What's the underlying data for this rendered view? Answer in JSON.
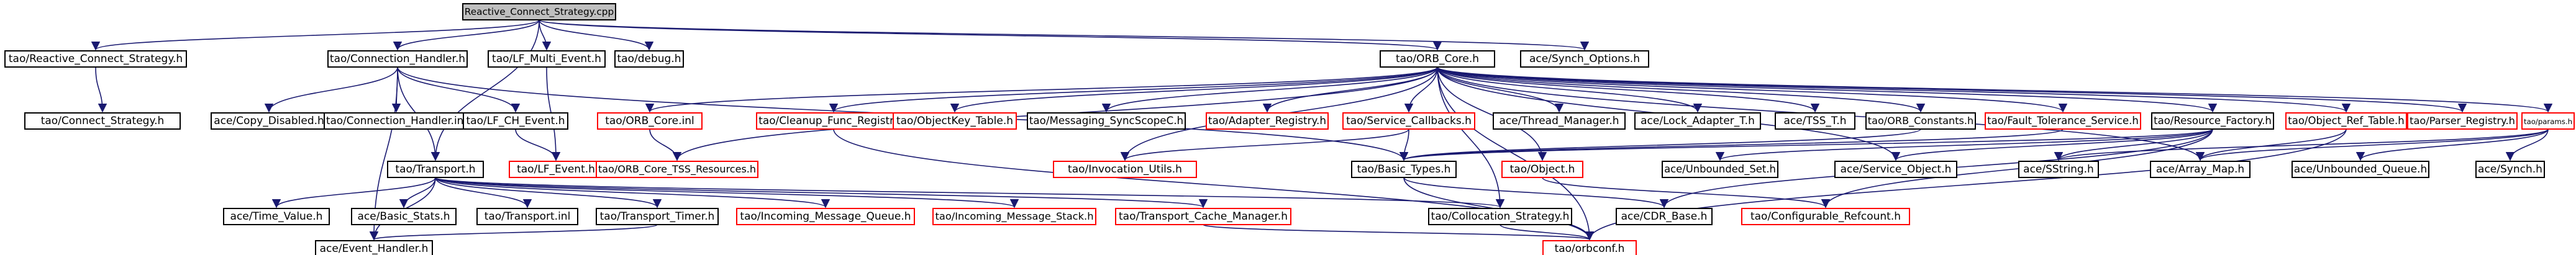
{
  "colors": {
    "edge": "#191970",
    "node_border_black": "#000000",
    "node_border_red": "#ff0000",
    "root_fill": "#bfbfbf",
    "node_fill": "#ffffff"
  },
  "nodes": [
    {
      "id": "root",
      "label": "Reactive_Connect_Strategy.cpp",
      "style": "root"
    },
    {
      "id": "rcs_h",
      "label": "tao/Reactive_Connect_Strategy.h",
      "style": "black"
    },
    {
      "id": "ch_h",
      "label": "tao/Connection_Handler.h",
      "style": "black"
    },
    {
      "id": "lfme_h",
      "label": "tao/LF_Multi_Event.h",
      "style": "black"
    },
    {
      "id": "debug_h",
      "label": "tao/debug.h",
      "style": "black"
    },
    {
      "id": "orbcore_h",
      "label": "tao/ORB_Core.h",
      "style": "black"
    },
    {
      "id": "synch_opt",
      "label": "ace/Synch_Options.h",
      "style": "black"
    },
    {
      "id": "cs_h",
      "label": "tao/Connect_Strategy.h",
      "style": "black"
    },
    {
      "id": "copy_dis",
      "label": "ace/Copy_Disabled.h",
      "style": "black"
    },
    {
      "id": "ch_inl",
      "label": "tao/Connection_Handler.inl",
      "style": "black"
    },
    {
      "id": "lfche_h",
      "label": "tao/LF_CH_Event.h",
      "style": "black"
    },
    {
      "id": "orbcore_inl",
      "label": "tao/ORB_Core.inl",
      "style": "red"
    },
    {
      "id": "cleanup",
      "label": "tao/Cleanup_Func_Registry.h",
      "style": "red"
    },
    {
      "id": "objkey",
      "label": "tao/ObjectKey_Table.h",
      "style": "red"
    },
    {
      "id": "msgsync",
      "label": "tao/Messaging_SyncScopeC.h",
      "style": "black"
    },
    {
      "id": "adapreg",
      "label": "tao/Adapter_Registry.h",
      "style": "red"
    },
    {
      "id": "svccb",
      "label": "tao/Service_Callbacks.h",
      "style": "red"
    },
    {
      "id": "thrmgr",
      "label": "ace/Thread_Manager.h",
      "style": "black"
    },
    {
      "id": "lockad",
      "label": "ace/Lock_Adapter_T.h",
      "style": "black"
    },
    {
      "id": "tss",
      "label": "ace/TSS_T.h",
      "style": "black"
    },
    {
      "id": "orbconst",
      "label": "tao/ORB_Constants.h",
      "style": "black"
    },
    {
      "id": "ftsvc",
      "label": "tao/Fault_Tolerance_Service.h",
      "style": "red"
    },
    {
      "id": "resfac",
      "label": "tao/Resource_Factory.h",
      "style": "black"
    },
    {
      "id": "objref",
      "label": "tao/Object_Ref_Table.h",
      "style": "red"
    },
    {
      "id": "parser",
      "label": "tao/Parser_Registry.h",
      "style": "red"
    },
    {
      "id": "params",
      "label": "tao/params.h",
      "style": "red"
    },
    {
      "id": "lfevent",
      "label": "tao/LF_Event.h",
      "style": "red"
    },
    {
      "id": "orbtss",
      "label": "tao/ORB_Core_TSS_Resources.h",
      "style": "red"
    },
    {
      "id": "invutil",
      "label": "tao/Invocation_Utils.h",
      "style": "red"
    },
    {
      "id": "basictypes",
      "label": "tao/Basic_Types.h",
      "style": "black"
    },
    {
      "id": "object_h",
      "label": "tao/Object.h",
      "style": "red"
    },
    {
      "id": "unbset",
      "label": "ace/Unbounded_Set.h",
      "style": "black"
    },
    {
      "id": "svcobj",
      "label": "ace/Service_Object.h",
      "style": "black"
    },
    {
      "id": "sstring",
      "label": "ace/SString.h",
      "style": "black"
    },
    {
      "id": "arrmap",
      "label": "ace/Array_Map.h",
      "style": "black"
    },
    {
      "id": "unbq",
      "label": "ace/Unbounded_Queue.h",
      "style": "black"
    },
    {
      "id": "synch",
      "label": "ace/Synch.h",
      "style": "black"
    },
    {
      "id": "transport",
      "label": "tao/Transport.h",
      "style": "black"
    },
    {
      "id": "timevalue",
      "label": "ace/Time_Value.h",
      "style": "black"
    },
    {
      "id": "basicstats",
      "label": "ace/Basic_Stats.h",
      "style": "black"
    },
    {
      "id": "transinl",
      "label": "tao/Transport.inl",
      "style": "black"
    },
    {
      "id": "transtimer",
      "label": "tao/Transport_Timer.h",
      "style": "black"
    },
    {
      "id": "incmq",
      "label": "tao/Incoming_Message_Queue.h",
      "style": "red"
    },
    {
      "id": "incms",
      "label": "tao/Incoming_Message_Stack.h",
      "style": "red"
    },
    {
      "id": "tcm",
      "label": "tao/Transport_Cache_Manager.h",
      "style": "red"
    },
    {
      "id": "collstrat",
      "label": "tao/Collocation_Strategy.h",
      "style": "black"
    },
    {
      "id": "cdrbase",
      "label": "ace/CDR_Base.h",
      "style": "black"
    },
    {
      "id": "confref",
      "label": "tao/Configurable_Refcount.h",
      "style": "red"
    },
    {
      "id": "evhandler",
      "label": "ace/Event_Handler.h",
      "style": "black"
    },
    {
      "id": "orbconf",
      "label": "tao/orbconf.h",
      "style": "red"
    }
  ]
}
